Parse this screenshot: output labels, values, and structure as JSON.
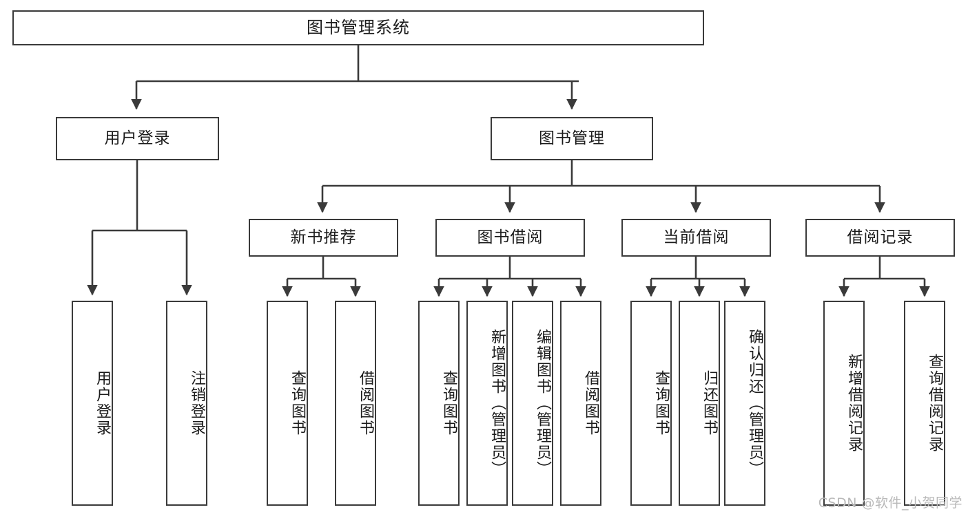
{
  "diagram": {
    "type": "tree-hierarchy",
    "title": "图书管理系统",
    "watermark": "CSDN @软件_小贺同学",
    "colors": {
      "stroke": "#3a3a3a",
      "text": "#1b1b1b",
      "background": "#ffffff",
      "watermark": "#b9b9b9"
    },
    "nodes": {
      "root": {
        "label": "图书管理系统"
      },
      "level2": [
        {
          "id": "user-login",
          "label": "用户登录"
        },
        {
          "id": "book-management",
          "label": "图书管理"
        }
      ],
      "level3": [
        {
          "id": "new-book-recommend",
          "label": "新书推荐"
        },
        {
          "id": "book-borrow",
          "label": "图书借阅"
        },
        {
          "id": "current-borrow",
          "label": "当前借阅"
        },
        {
          "id": "borrow-record",
          "label": "借阅记录"
        }
      ],
      "leaves": {
        "user_login": [
          {
            "id": "leaf-user-login",
            "label": "用户登录"
          },
          {
            "id": "leaf-logout-login",
            "label": "注销登录"
          }
        ],
        "new_book_recommend": [
          {
            "id": "leaf-query-book-1",
            "label": "查询图书"
          },
          {
            "id": "leaf-borrow-book-1",
            "label": "借阅图书"
          }
        ],
        "book_borrow": [
          {
            "id": "leaf-query-book-2",
            "label": "查询图书"
          },
          {
            "id": "leaf-add-book",
            "label": "新增图书（管理员）"
          },
          {
            "id": "leaf-edit-book",
            "label": "编辑图书（管理员）"
          },
          {
            "id": "leaf-borrow-book-2",
            "label": "借阅图书"
          }
        ],
        "current_borrow": [
          {
            "id": "leaf-query-book-3",
            "label": "查询图书"
          },
          {
            "id": "leaf-return-book",
            "label": "归还图书"
          },
          {
            "id": "leaf-confirm-return",
            "label": "确认归还（管理员）"
          }
        ],
        "borrow_record": [
          {
            "id": "leaf-add-record",
            "label": "新增借阅记录"
          },
          {
            "id": "leaf-query-record",
            "label": "查询借阅记录"
          }
        ]
      }
    }
  }
}
